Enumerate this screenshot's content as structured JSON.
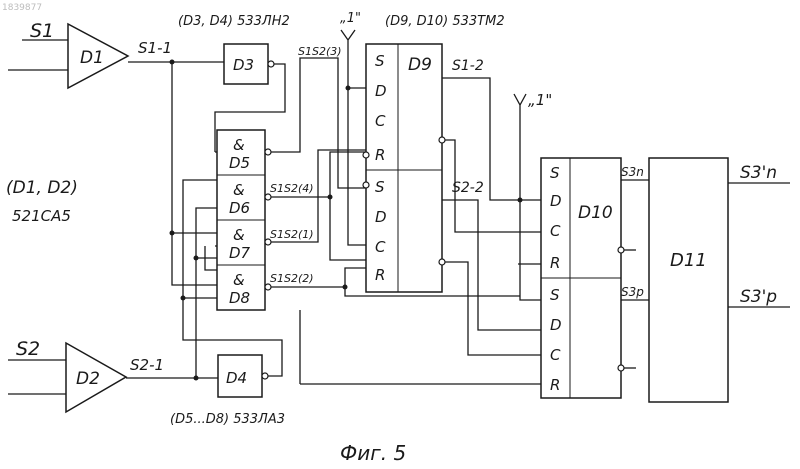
{
  "corner_mark": "1839877",
  "figure_caption": "Фиг. 5",
  "chip_notes": {
    "d3_d4": "(D3, D4) 533ЛН2",
    "d9_d10": "(D9, D10) 533ТМ2",
    "d1_d2": "(D1, D2)",
    "d1_d2_type": "521СА5",
    "d5_d8": "(D5...D8) 533ЛА3"
  },
  "inputs": {
    "s1": "S1",
    "s2": "S2"
  },
  "logic_one": "„1\"",
  "signals": {
    "s1_1": "S1-1",
    "s2_1": "S2-1",
    "s1_2": "S1-2",
    "s2_2": "S2-2",
    "s1s2_3": "S1S2(3)",
    "s1s2_4": "S1S2(4)",
    "s1s2_1": "S1S2(1)",
    "s1s2_2": "S1S2(2)",
    "s3n": "S3n",
    "s3p": "S3p"
  },
  "outputs": {
    "s3n_prime": "S3'n",
    "s3p_prime": "S3'p"
  },
  "blocks": {
    "d1": "D1",
    "d2": "D2",
    "d3": "D3",
    "d4": "D4",
    "d5": "D5",
    "d6": "D6",
    "d7": "D7",
    "d8": "D8",
    "d9": "D9",
    "d10": "D10",
    "d11": "D11"
  },
  "and_symbol": "&",
  "pins": {
    "s": "S",
    "d": "D",
    "c": "C",
    "r": "R"
  }
}
